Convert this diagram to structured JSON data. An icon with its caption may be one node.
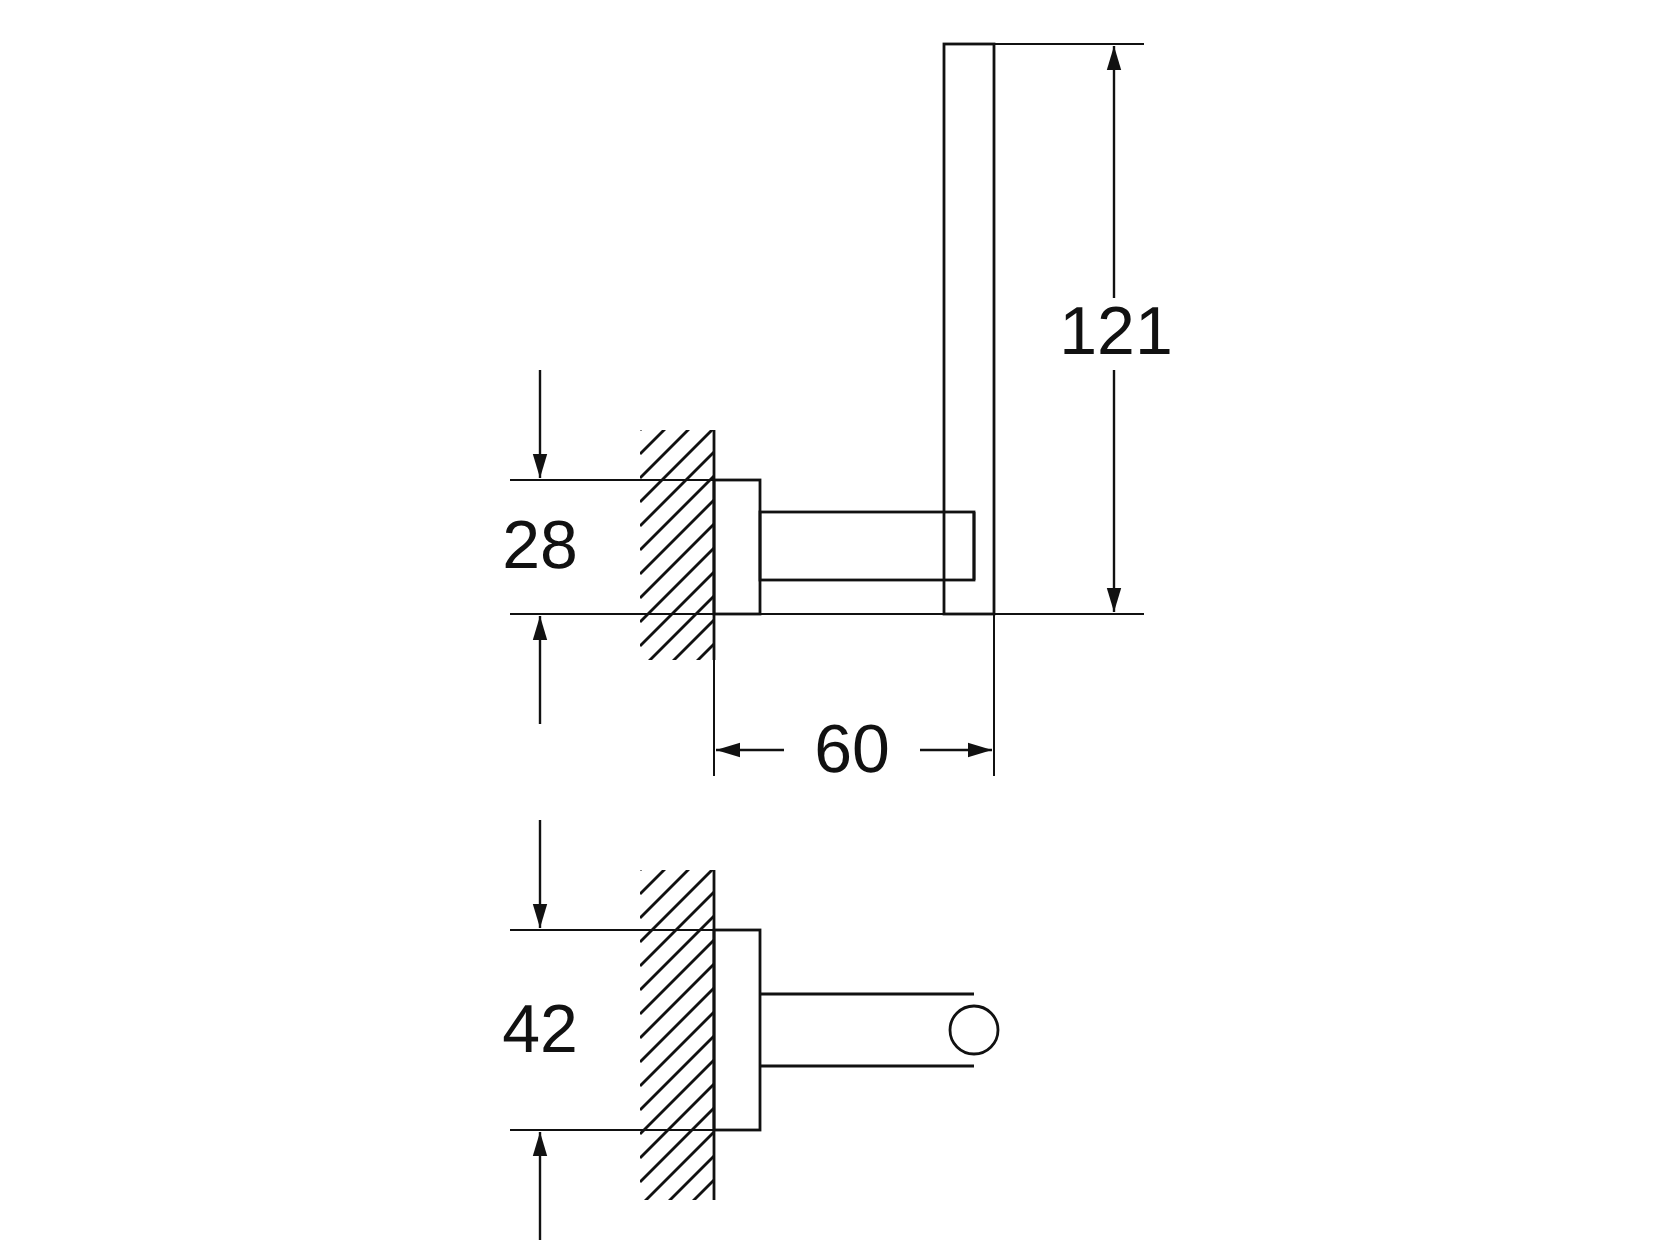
{
  "diagram": {
    "labels": [
      "121",
      "28",
      "60",
      "42"
    ]
  }
}
